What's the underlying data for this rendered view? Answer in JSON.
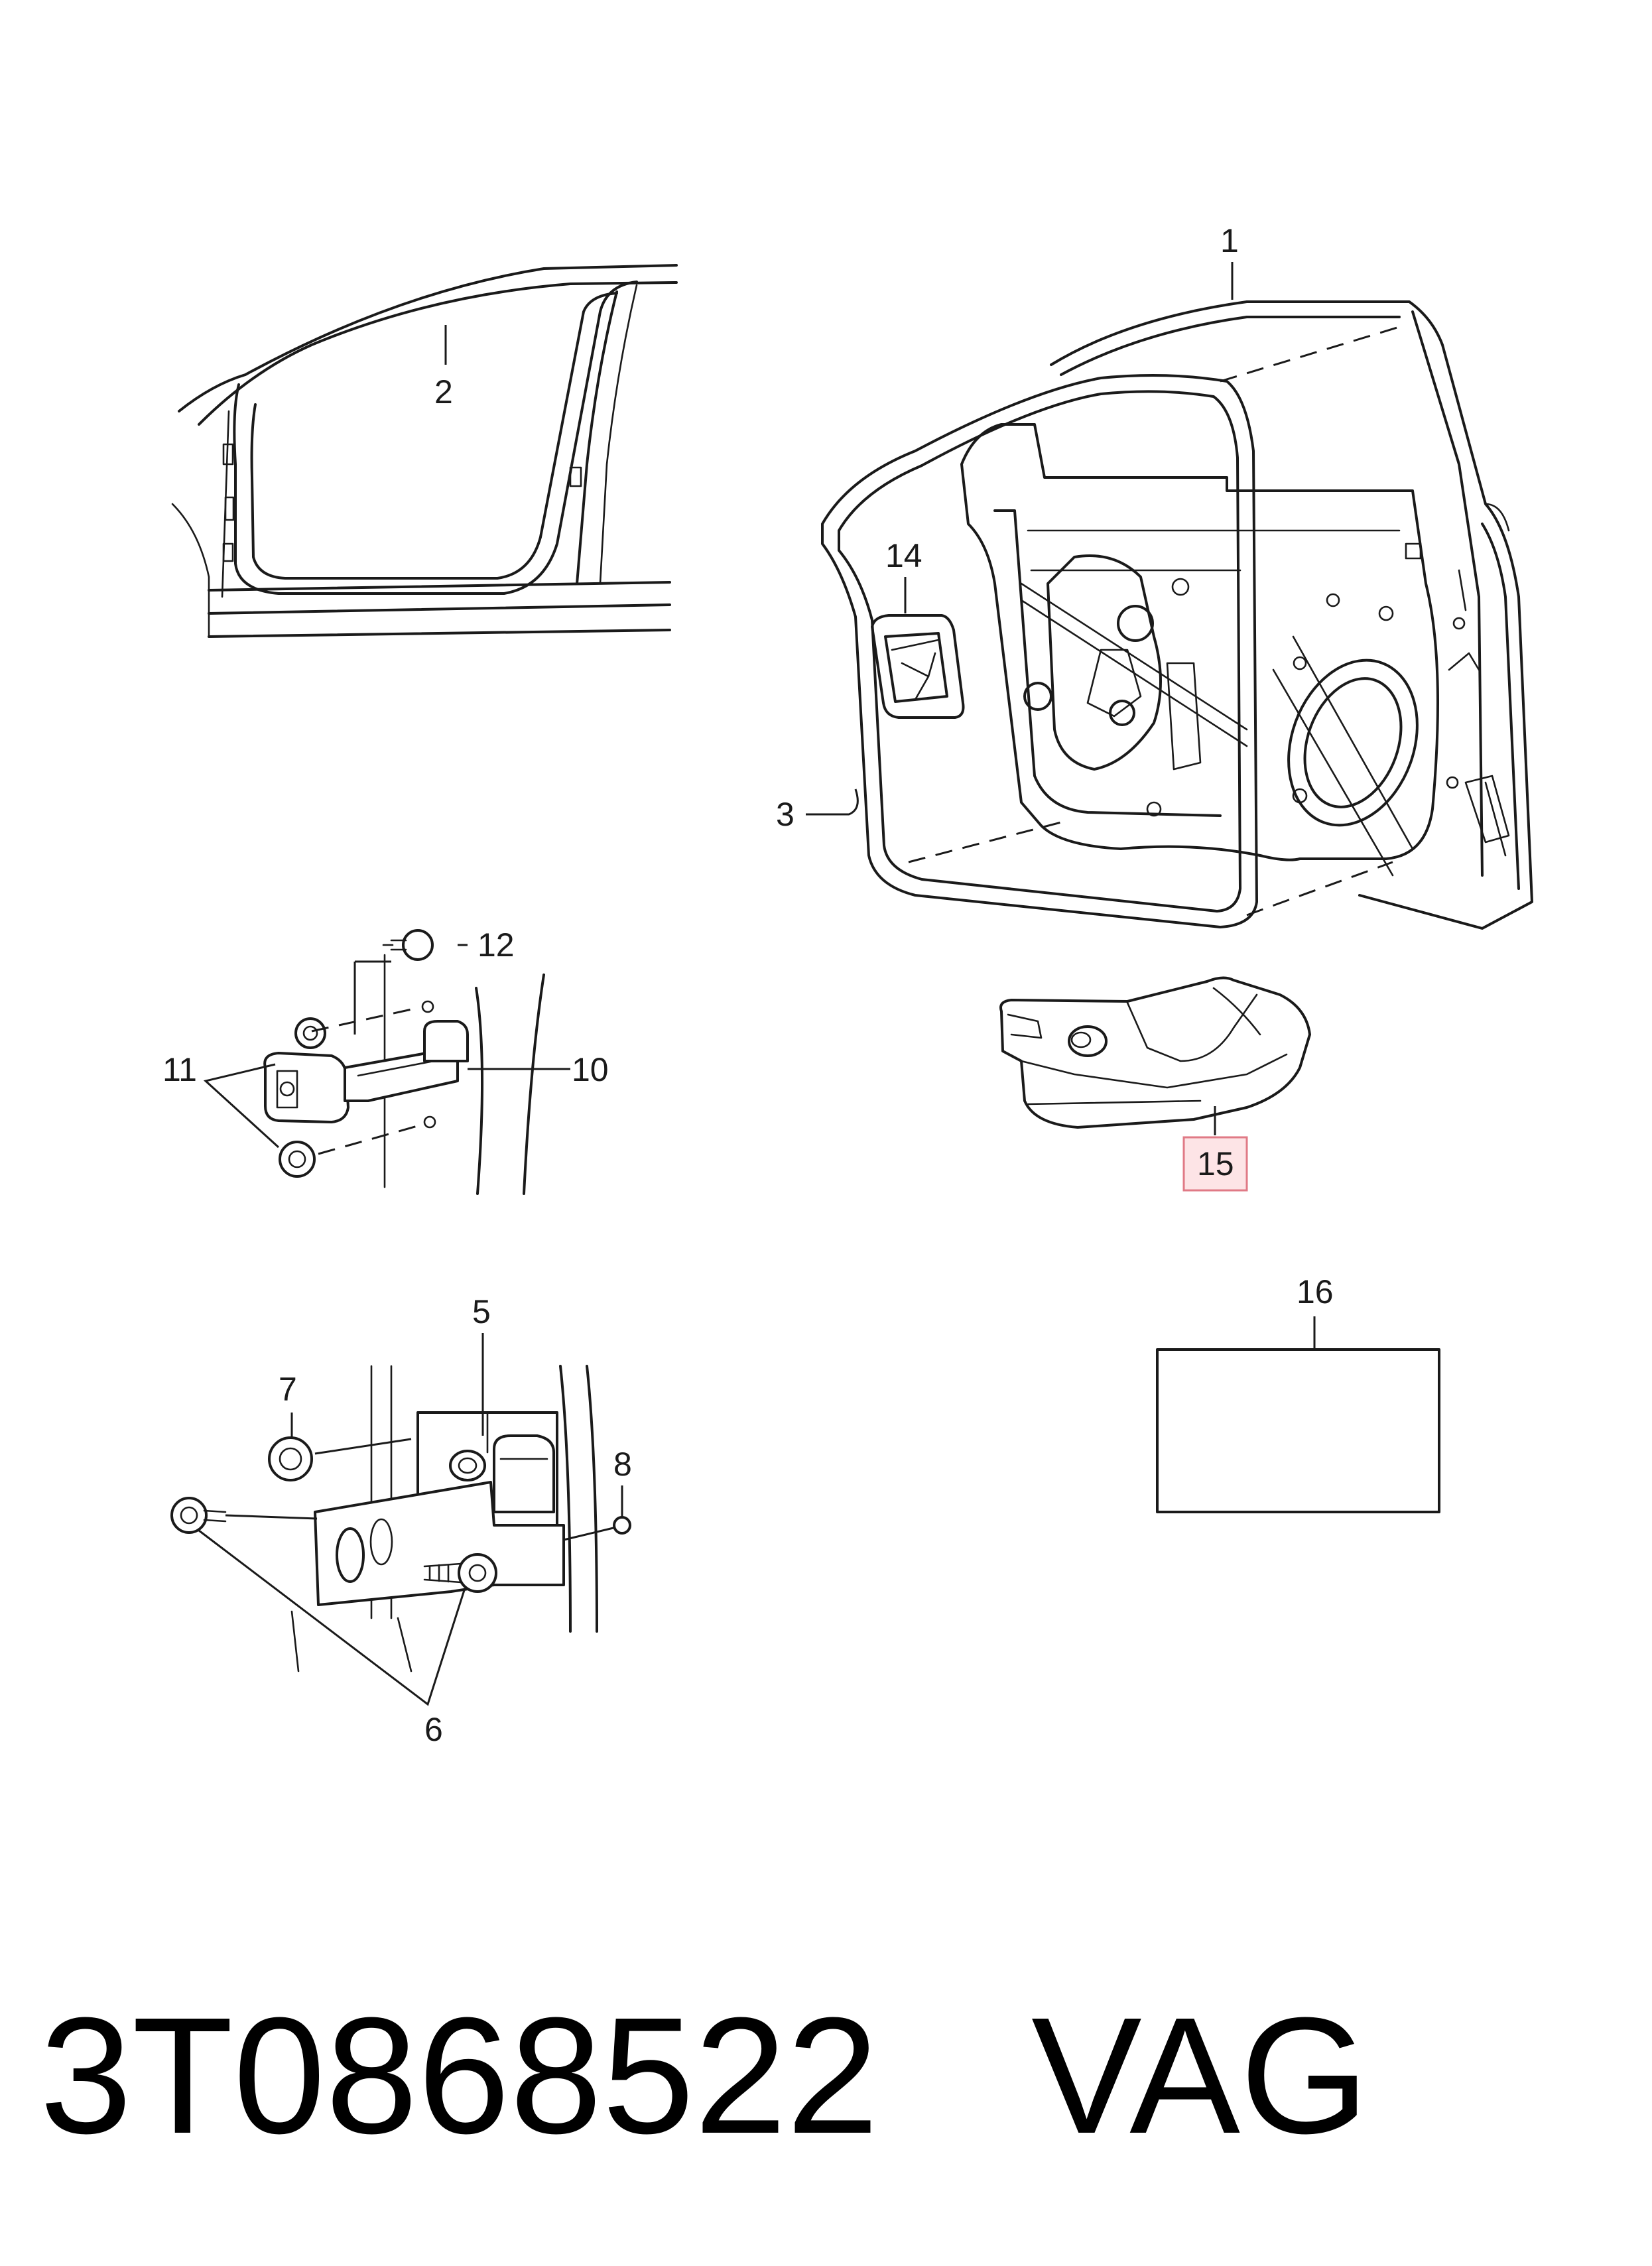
{
  "callouts": {
    "c1": "1",
    "c2": "2",
    "c3": "3",
    "c5": "5",
    "c6": "6",
    "c7": "7",
    "c8": "8",
    "c10": "10",
    "c11": "11",
    "c12": "12",
    "c14": "14",
    "c15": "15",
    "c16": "16"
  },
  "highlight": {
    "callout": "15",
    "fill": "#fde4e6",
    "border": "#e07a86"
  },
  "footer": {
    "part_number": "3T0868522",
    "brand": "VAG"
  }
}
